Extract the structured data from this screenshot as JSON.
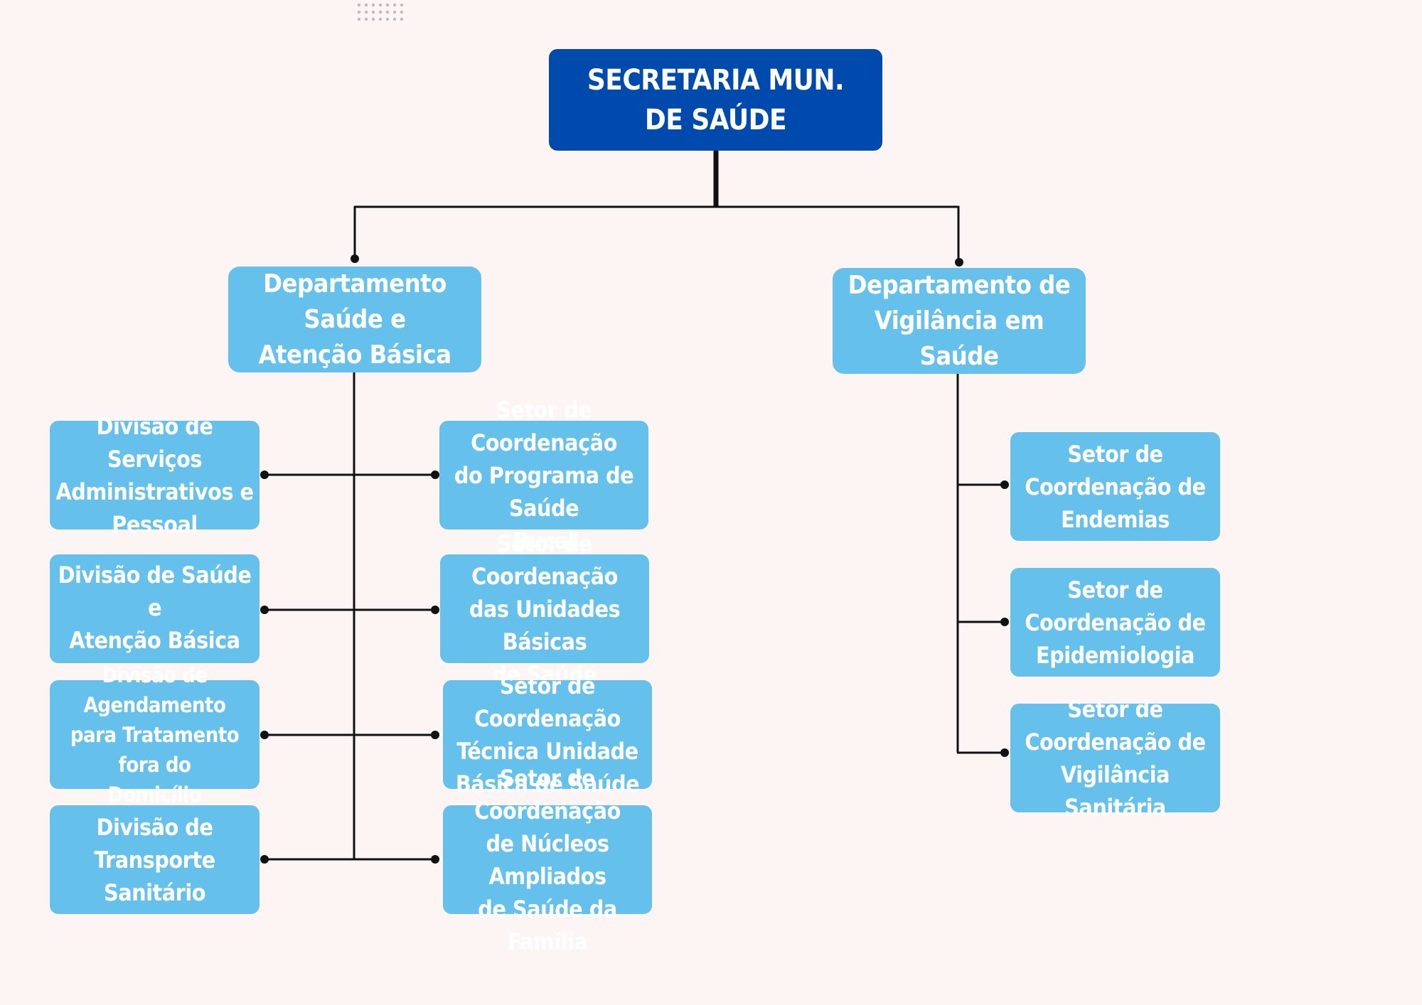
{
  "root": {
    "label": "SECRETARIA MUN.\nDE SAÚDE"
  },
  "departments": {
    "atencao_basica": {
      "label": "Departamento Saúde e\nAtenção Básica"
    },
    "vigilancia": {
      "label": "Departamento de\nVigilância em Saúde"
    }
  },
  "atencao_basica_left": [
    {
      "label": "Divisão de Serviços\nAdministrativos e\nPessoal"
    },
    {
      "label": "Divisão de Saúde e\nAtenção Básica"
    },
    {
      "label": "Divisão de Agendamento\npara Tratamento fora do\nDomicílio"
    },
    {
      "label": "Divisão de\nTransporte\nSanitário"
    }
  ],
  "atencao_basica_right": [
    {
      "label": "Setor de Coordenação\ndo Programa de Saúde\nBucal"
    },
    {
      "label": "Setor de Coordenação\ndas Unidades Básicas\nde Saúde"
    },
    {
      "label": "Setor de Coordenação\nTécnica Unidade\nBásica de Saúde"
    },
    {
      "label": "Setor de Coordenação\nde Núcleos Ampliados\nde Saúde da Família"
    }
  ],
  "vigilancia_units": [
    {
      "label": "Setor de\nCoordenação de\nEndemias"
    },
    {
      "label": "Setor de\nCoordenação de\nEpidemiologia"
    },
    {
      "label": "Setor de\nCoordenação de\nVigilância Sanitária"
    }
  ]
}
